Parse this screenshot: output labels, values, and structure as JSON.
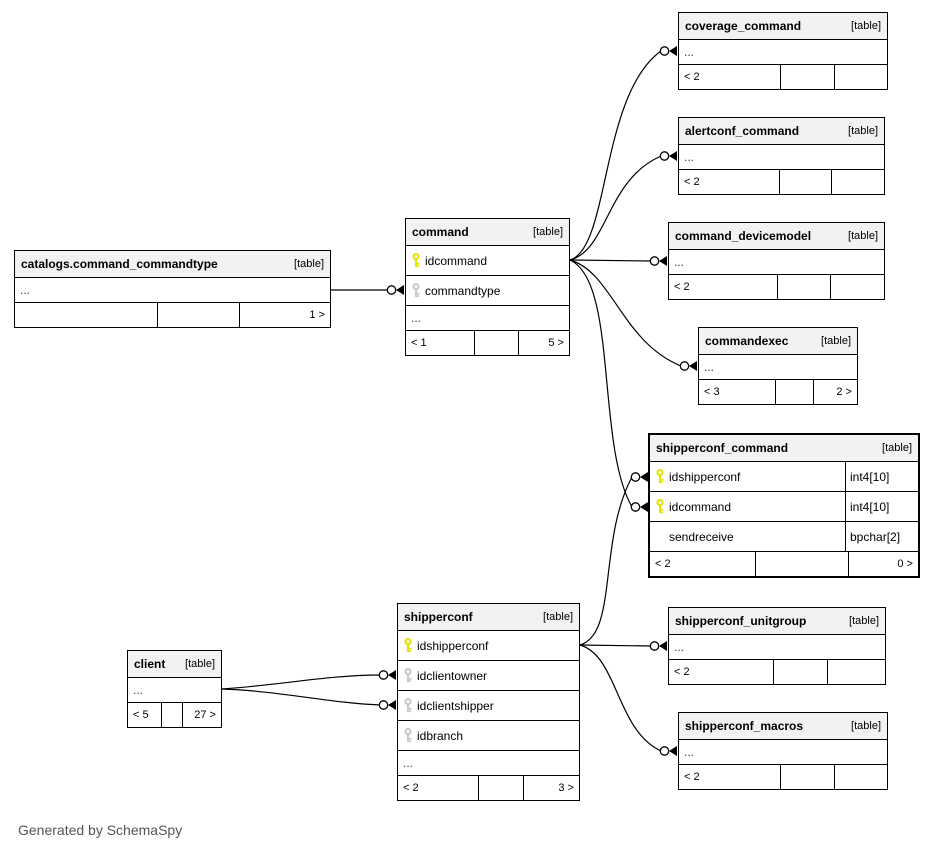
{
  "page": {
    "footnote": "Generated by SchemaSpy"
  },
  "colors": {
    "background": "#ffffff",
    "header_bg": "#f2f2f2",
    "border": "#000000",
    "pk_key": "#e3e300",
    "fk_key": "#c9c9c9",
    "note_text": "#555555"
  },
  "diagram": {
    "tables": [
      {
        "id": "coverage_command",
        "name": "coverage_command",
        "tag": "[table]",
        "columns": [
          {
            "kind": "ellipsis",
            "name": "..."
          }
        ],
        "footer": [
          "< 2",
          "",
          ""
        ]
      },
      {
        "id": "alertconf_command",
        "name": "alertconf_command",
        "tag": "[table]",
        "columns": [
          {
            "kind": "ellipsis",
            "name": "..."
          }
        ],
        "footer": [
          "< 2",
          "",
          ""
        ]
      },
      {
        "id": "command_devicemodel",
        "name": "command_devicemodel",
        "tag": "[table]",
        "columns": [
          {
            "kind": "ellipsis",
            "name": "..."
          }
        ],
        "footer": [
          "< 2",
          "",
          ""
        ]
      },
      {
        "id": "commandexec",
        "name": "commandexec",
        "tag": "[table]",
        "columns": [
          {
            "kind": "ellipsis",
            "name": "..."
          }
        ],
        "footer": [
          "< 3",
          "",
          "2 >"
        ]
      },
      {
        "id": "shipperconf_command",
        "name": "shipperconf_command",
        "tag": "[table]",
        "emphasized": true,
        "columns": [
          {
            "kind": "col",
            "key": "pk",
            "name": "idshipperconf",
            "type": "int4[10]"
          },
          {
            "kind": "col",
            "key": "pk",
            "name": "idcommand",
            "type": "int4[10]"
          },
          {
            "kind": "col",
            "key": null,
            "name": "sendreceive",
            "type": "bpchar[2]"
          }
        ],
        "footer": [
          "< 2",
          "",
          "0 >"
        ]
      },
      {
        "id": "command",
        "name": "command",
        "tag": "[table]",
        "columns": [
          {
            "kind": "col",
            "key": "pk",
            "name": "idcommand"
          },
          {
            "kind": "col",
            "key": "fk",
            "name": "commandtype"
          },
          {
            "kind": "ellipsis",
            "name": "..."
          }
        ],
        "footer": [
          "< 1",
          "",
          "5 >"
        ]
      },
      {
        "id": "catalogs_command_commandtype",
        "name": "catalogs.command_commandtype",
        "tag": "[table]",
        "columns": [
          {
            "kind": "ellipsis",
            "name": "..."
          }
        ],
        "footer": [
          "",
          "",
          "1 >"
        ]
      },
      {
        "id": "shipperconf",
        "name": "shipperconf",
        "tag": "[table]",
        "columns": [
          {
            "kind": "col",
            "key": "pk",
            "name": "idshipperconf"
          },
          {
            "kind": "col",
            "key": "fk",
            "name": "idclientowner"
          },
          {
            "kind": "col",
            "key": "fk",
            "name": "idclientshipper"
          },
          {
            "kind": "col",
            "key": "fk",
            "name": "idbranch"
          },
          {
            "kind": "ellipsis",
            "name": "..."
          }
        ],
        "footer": [
          "< 2",
          "",
          "3 >"
        ]
      },
      {
        "id": "client",
        "name": "client",
        "tag": "[table]",
        "columns": [
          {
            "kind": "ellipsis",
            "name": "..."
          }
        ],
        "footer": [
          "< 5",
          "",
          "27 >"
        ]
      },
      {
        "id": "shipperconf_unitgroup",
        "name": "shipperconf_unitgroup",
        "tag": "[table]",
        "columns": [
          {
            "kind": "ellipsis",
            "name": "..."
          }
        ],
        "footer": [
          "< 2",
          "",
          ""
        ]
      },
      {
        "id": "shipperconf_macros",
        "name": "shipperconf_macros",
        "tag": "[table]",
        "columns": [
          {
            "kind": "ellipsis",
            "name": "..."
          }
        ],
        "footer": [
          "< 2",
          "",
          ""
        ]
      }
    ],
    "relationships": [
      {
        "child": "coverage_command",
        "parent": "command.idcommand"
      },
      {
        "child": "alertconf_command",
        "parent": "command.idcommand"
      },
      {
        "child": "command_devicemodel",
        "parent": "command.idcommand"
      },
      {
        "child": "commandexec",
        "parent": "command.idcommand"
      },
      {
        "child": "shipperconf_command.idcommand",
        "parent": "command.idcommand"
      },
      {
        "child": "shipperconf_command.idshipperconf",
        "parent": "shipperconf.idshipperconf"
      },
      {
        "child": "command.commandtype",
        "parent": "catalogs.command_commandtype"
      },
      {
        "child": "shipperconf.idclientowner",
        "parent": "client"
      },
      {
        "child": "shipperconf.idclientshipper",
        "parent": "client"
      },
      {
        "child": "shipperconf_unitgroup",
        "parent": "shipperconf.idshipperconf"
      },
      {
        "child": "shipperconf_macros",
        "parent": "shipperconf.idshipperconf"
      }
    ]
  }
}
